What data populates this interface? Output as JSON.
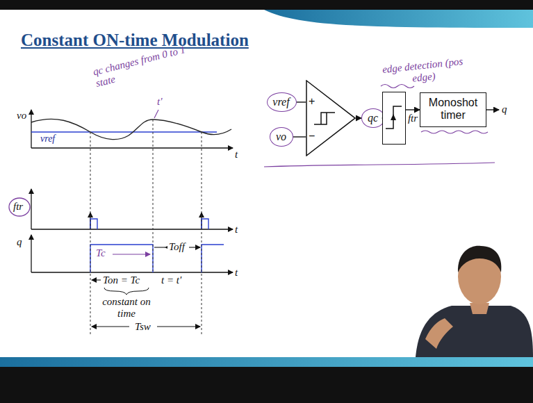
{
  "diagram": {
    "title": "Constant ON-time Modulation",
    "nodes": [
      {
        "text": [
          "vref"
        ]
      },
      {
        "text": [
          "vo"
        ]
      },
      {
        "text": [
          "+",
          "−"
        ]
      },
      {
        "text": [
          "qc"
        ]
      },
      {
        "text": [
          "edge detection (pos edge)"
        ]
      },
      {
        "text": [
          "Monoshot timer"
        ]
      }
    ],
    "edges": [
      {
        "from": 0,
        "to": 2,
        "arrow": "none"
      },
      {
        "from": 1,
        "to": 2,
        "arrow": "none"
      },
      {
        "from": 2,
        "to": 3,
        "arrow": "to"
      },
      {
        "from": 3,
        "to": 4,
        "arrow": "to"
      },
      {
        "from": 4,
        "to": 5,
        "arrow": "to",
        "label": "ftr"
      }
    ],
    "labels": [
      "qc changes from 0 to 1 state",
      "t'",
      "vo",
      "vref",
      "t",
      "ftr",
      "t",
      "q",
      "t",
      "Tc",
      "Toff",
      "Ton = Tc",
      "constant on time",
      "t = t'",
      "Tsw",
      "q"
    ]
  }
}
